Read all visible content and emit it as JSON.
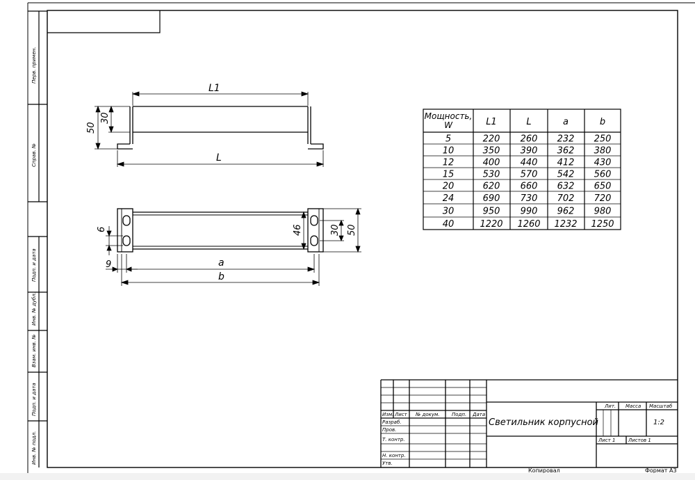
{
  "side_stamps": [
    "Перв. примен.",
    "Справ. №",
    "Подп. и дата",
    "Инв. № дубл.",
    "Взам. инв. №",
    "Подп. и дата",
    "Инв. № подл."
  ],
  "dimensions": {
    "L1": "L1",
    "L": "L",
    "a": "a",
    "b": "b",
    "h50_top": "50",
    "h30_top": "30",
    "h6": "6",
    "h9": "9",
    "h46": "46",
    "h30_right": "30",
    "h50_right": "50"
  },
  "table": {
    "headers": [
      "Мощность, W",
      "L1",
      "L",
      "a",
      "b"
    ],
    "rows": [
      [
        "5",
        "220",
        "260",
        "232",
        "250"
      ],
      [
        "10",
        "350",
        "390",
        "362",
        "380"
      ],
      [
        "12",
        "400",
        "440",
        "412",
        "430"
      ],
      [
        "15",
        "530",
        "570",
        "542",
        "560"
      ],
      [
        "20",
        "620",
        "660",
        "632",
        "650"
      ],
      [
        "24",
        "690",
        "730",
        "702",
        "720"
      ],
      [
        "30",
        "950",
        "990",
        "962",
        "980"
      ],
      [
        "40",
        "1220",
        "1260",
        "1232",
        "1250"
      ]
    ]
  },
  "title_block": {
    "col_headers": [
      "Изм.",
      "Лист",
      "№ докум.",
      "Подп.",
      "Дата"
    ],
    "roles": [
      "Разраб.",
      "Пров.",
      "Т. контр.",
      "",
      "Н. контр.",
      "Утв."
    ],
    "title": "Светильник корпусной",
    "lit_label": "Лит.",
    "mass_label": "Масса",
    "scale_label": "Масштаб",
    "scale_value": "1:2",
    "sheet_label": "Лист 1",
    "sheets_label": "Листов 1"
  },
  "footer": {
    "copied": "Копировал",
    "format": "Формат А3"
  }
}
